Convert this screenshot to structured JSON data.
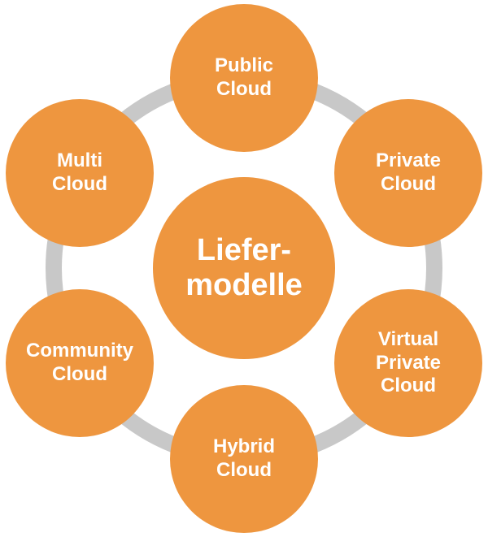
{
  "diagram": {
    "type": "hub-and-spoke-cycle",
    "center": {
      "id": "liefermodelle",
      "lines": [
        "Liefer-",
        "modelle"
      ]
    },
    "nodes": [
      {
        "id": "public-cloud",
        "position": "top",
        "lines": [
          "Public",
          "Cloud"
        ]
      },
      {
        "id": "private-cloud",
        "position": "top-right",
        "lines": [
          "Private",
          "Cloud"
        ]
      },
      {
        "id": "virtual-private-cloud",
        "position": "bottom-right",
        "lines": [
          "Virtual",
          "Private",
          "Cloud"
        ]
      },
      {
        "id": "hybrid-cloud",
        "position": "bottom",
        "lines": [
          "Hybrid",
          "Cloud"
        ]
      },
      {
        "id": "community-cloud",
        "position": "bottom-left",
        "lines": [
          "Community",
          "Cloud"
        ]
      },
      {
        "id": "multi-cloud",
        "position": "top-left",
        "lines": [
          "Multi",
          "Cloud"
        ]
      }
    ],
    "colors": {
      "node_fill": "#EE963F",
      "ring": "#C8C8C8",
      "label": "#FFFFFF",
      "background": "#FFFFFF"
    }
  }
}
